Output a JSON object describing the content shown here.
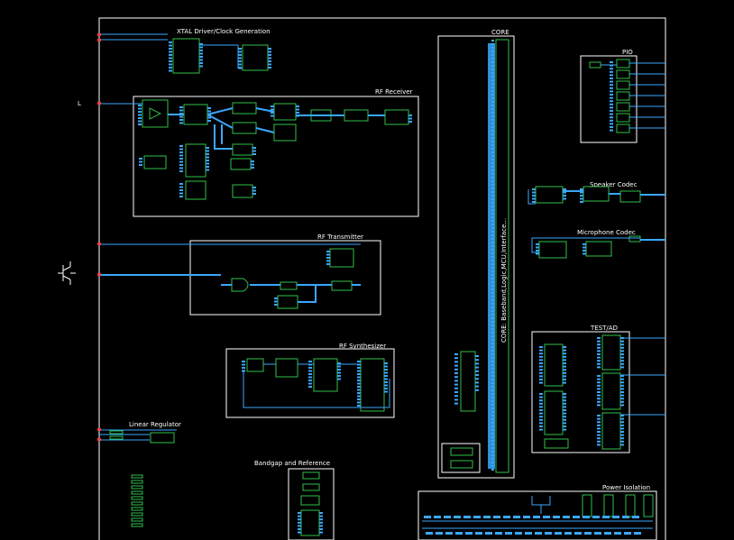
{
  "blocks": {
    "xtal": "XTAL Driver/Clock Generation",
    "rx": "RF Receiver",
    "core": "CORE",
    "core_vertical": "CORE: Baseband,Logic,MCU,Interface...",
    "pio": "PIO",
    "tx": "RF Transmitter",
    "synth": "RF Synthesizer",
    "linreg": "Linear Regulator",
    "bandgap": "Bandgap and Reference",
    "spk": "Speaker Codec",
    "mic": "Microphone Codec",
    "test": "TEST/AD",
    "pwr": "Power Isolation"
  },
  "pin_letter": "L",
  "colors": {
    "background": "#000000",
    "frame": "#ffffff",
    "block": "#2fbf4a",
    "wire": "#3aa8ff",
    "port": "#ff3b3b"
  }
}
